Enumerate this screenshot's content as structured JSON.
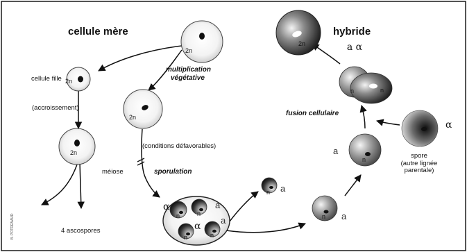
{
  "labels": {
    "cellule_mere": "cellule mère",
    "hybride": "hybride",
    "cellule_fille": "cellule fille",
    "multiplication": "multiplication",
    "vegetative": "végétative",
    "accroissement": "(accroissement)",
    "conditions": "(conditions défavorables)",
    "meiose": "méiose",
    "sporulation": "sporulation",
    "fusion": "fusion cellulaire",
    "spore": "spore",
    "autre_lignee_1": "(autre lignée",
    "autre_lignee_2": "parentale)",
    "quatre_ascospores": "4 ascospores",
    "credit": "B. POTRENAUD"
  },
  "ploidy": {
    "diploid": "2n",
    "haploid": "n"
  },
  "mating": {
    "a": "a",
    "alpha": "α",
    "a_alpha": "a α"
  }
}
